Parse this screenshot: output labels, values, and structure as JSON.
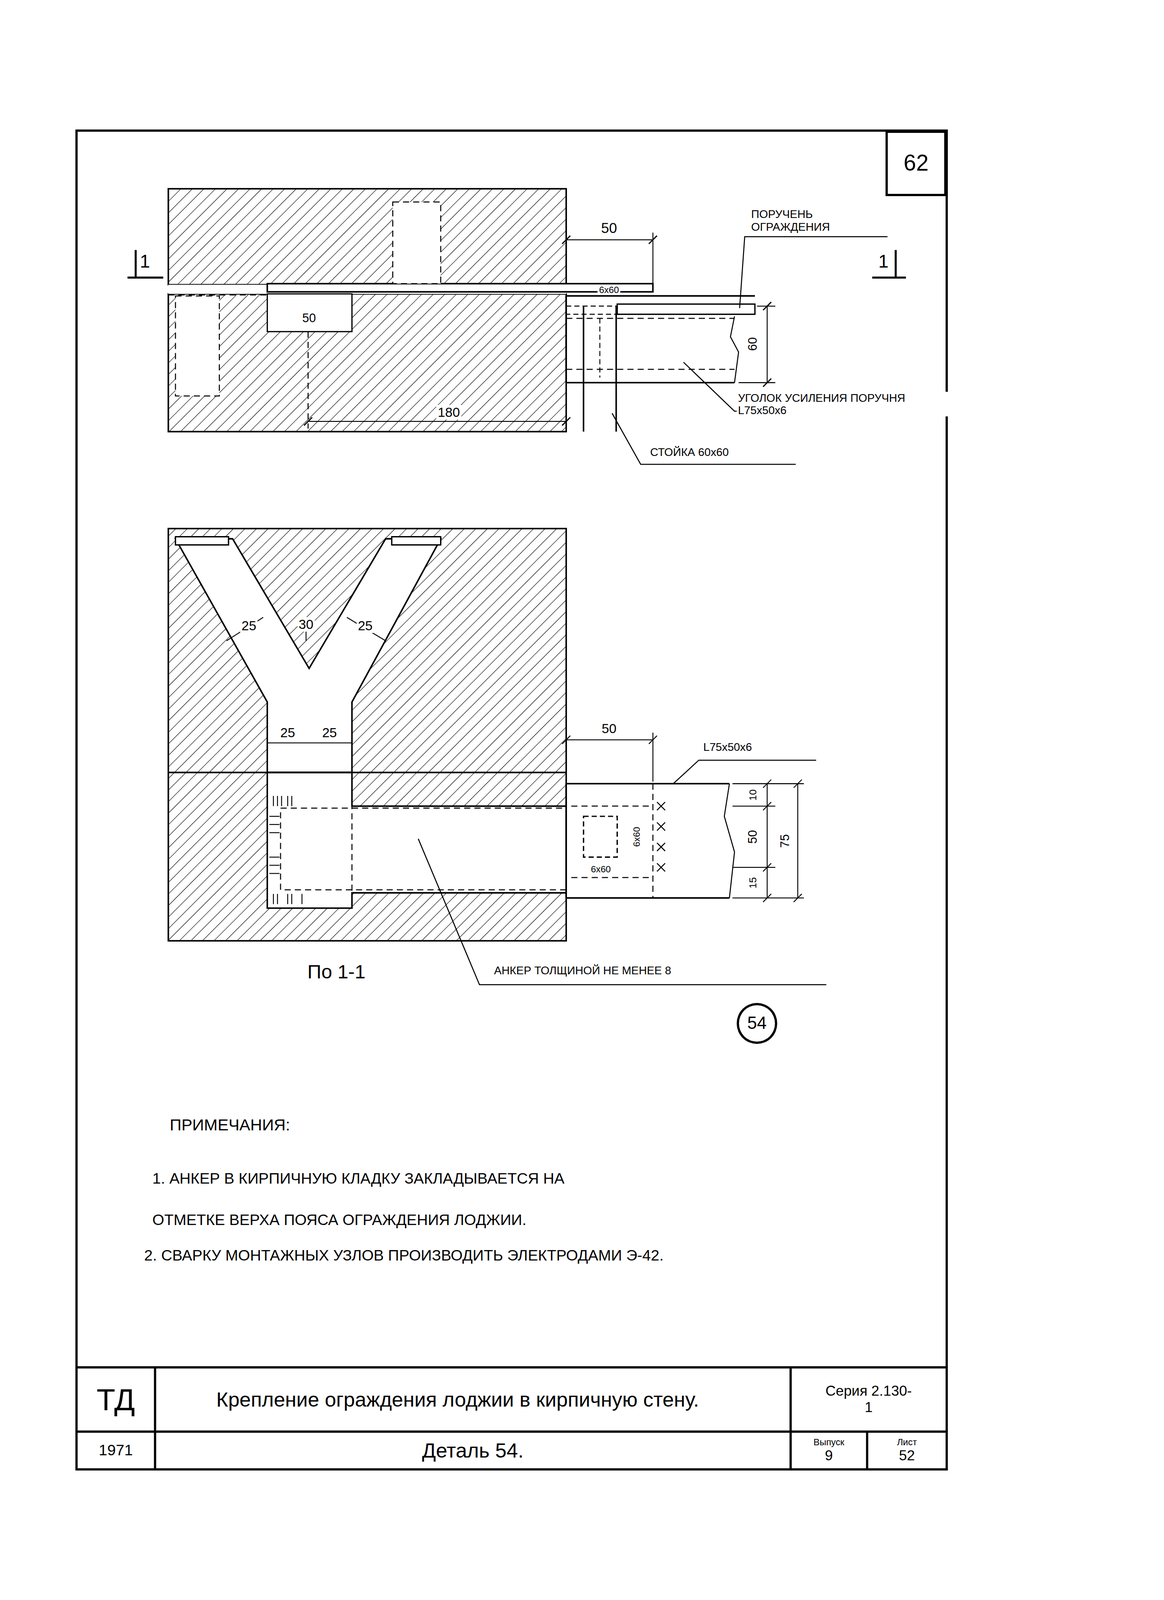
{
  "diagram": {
    "nodes": [
      {
        "text": [
          "62"
        ]
      },
      {
        "text": [
          "54"
        ]
      },
      {
        "text": [
          "ТД"
        ]
      },
      {
        "text": [
          "Крепление ограждения лоджии в кирпичную стену."
        ]
      },
      {
        "text": [
          "Серия 2.130-1"
        ]
      },
      {
        "text": [
          "1971"
        ]
      },
      {
        "text": [
          "Деталь 54."
        ]
      },
      {
        "text": [
          "Выпуск",
          "9"
        ]
      },
      {
        "text": [
          "Лист",
          "52"
        ]
      }
    ],
    "labels": [
      "1",
      "1",
      "50",
      "6x60",
      "ПОРУЧЕНЬ ОГРАЖДЕНИЯ",
      "60",
      "50",
      "180",
      "УГОЛОК УСИЛЕНИЯ ПОРУЧНЯ L75x50x6",
      "СТОЙКА 60x60",
      "25",
      "30",
      "25",
      "25",
      "25",
      "50",
      "L75x50x6",
      "10",
      "50",
      "15",
      "75",
      "6x60",
      "6x60",
      "По 1-1",
      "АНКЕР ТОЛЩИНОЙ НЕ МЕНЕЕ 8",
      "ПРИМЕЧАНИЯ:",
      "1. АНКЕР В КИРПИЧНУЮ КЛАДКУ ЗАКЛАДЫВАЕТСЯ НА ОТМЕТКЕ ВЕРХА ПОЯСА ОГРАЖДЕНИЯ ЛОДЖИИ.",
      "2. СВАРКУ МОНТАЖНЫХ УЗЛОВ ПРОИЗВОДИТЬ ЭЛЕКТРОДАМИ Э-42."
    ]
  }
}
